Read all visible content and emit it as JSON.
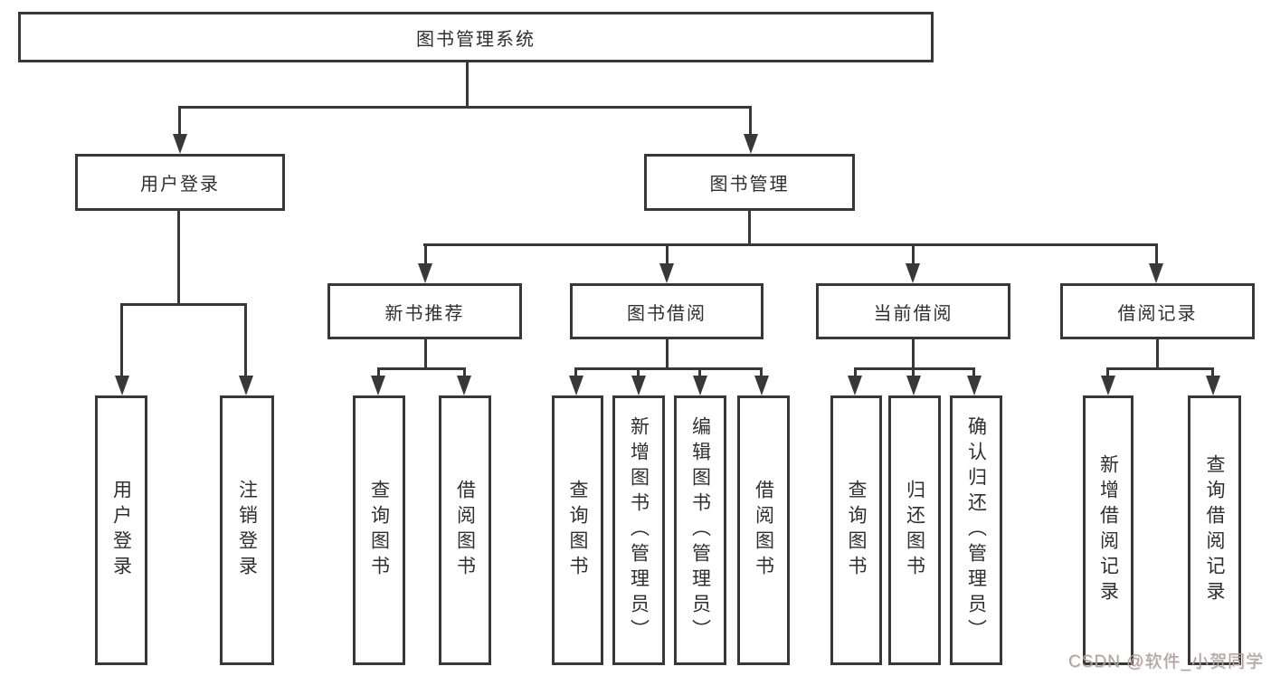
{
  "diagram": {
    "root": {
      "label": "图书管理系统"
    },
    "level1": [
      {
        "label": "用户登录"
      },
      {
        "label": "图书管理"
      }
    ],
    "level2": [
      {
        "label": "新书推荐"
      },
      {
        "label": "图书借阅"
      },
      {
        "label": "当前借阅"
      },
      {
        "label": "借阅记录"
      }
    ],
    "leaves": {
      "login": [
        "用户登录",
        "注销登录"
      ],
      "recommend": [
        "查询图书",
        "借阅图书"
      ],
      "borrow": [
        "查询图书",
        "新增图书（管理员）",
        "编辑图书（管理员）",
        "借阅图书"
      ],
      "current": [
        "查询图书",
        "归还图书",
        "确认归还（管理员）"
      ],
      "records": [
        "新增借阅记录",
        "查询借阅记录"
      ]
    }
  },
  "watermark": {
    "text": "CSDN @软件_小贺同学"
  },
  "colors": {
    "line": "#383838",
    "text": "#2f2f2f",
    "bg": "#ffffff",
    "watermark": "#a6a6a6"
  }
}
